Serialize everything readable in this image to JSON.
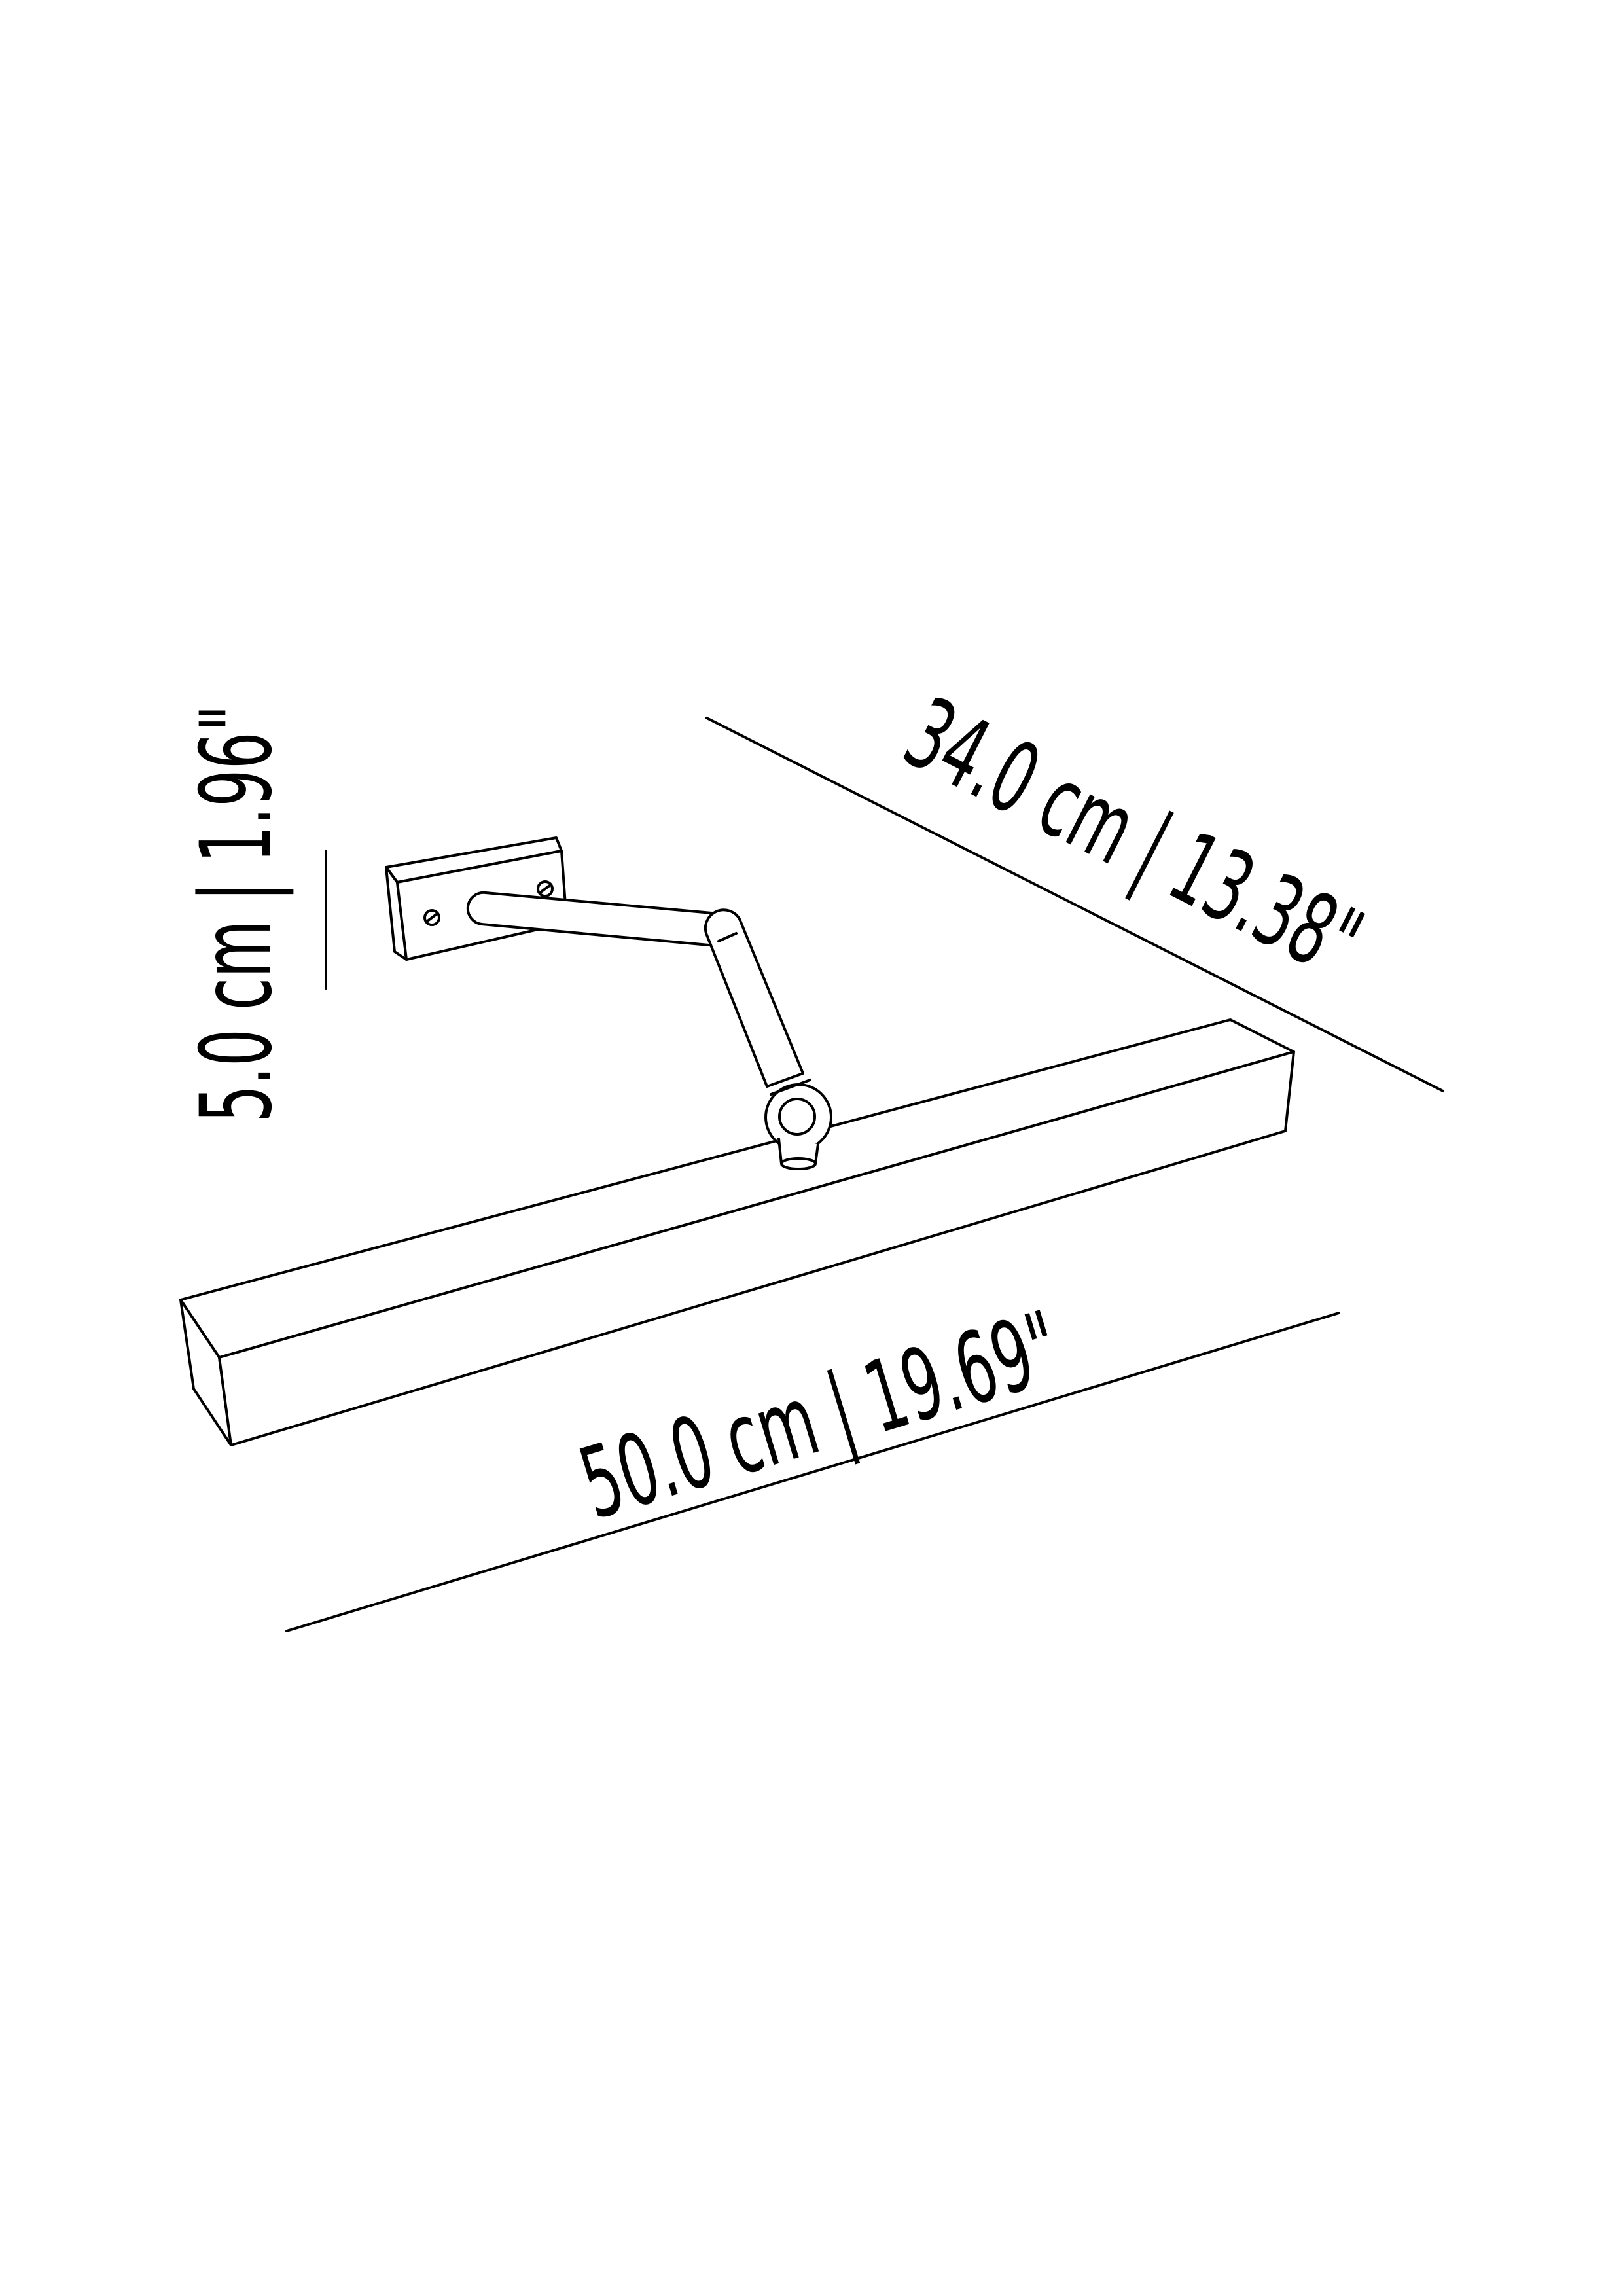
{
  "dimensions": {
    "height_label": "5.0 cm | 1.96\"",
    "depth_label": "34.0 cm | 13.38\"",
    "width_label": "50.0 cm | 19.69\""
  },
  "colors": {
    "stroke": "#000000",
    "background": "#ffffff"
  }
}
